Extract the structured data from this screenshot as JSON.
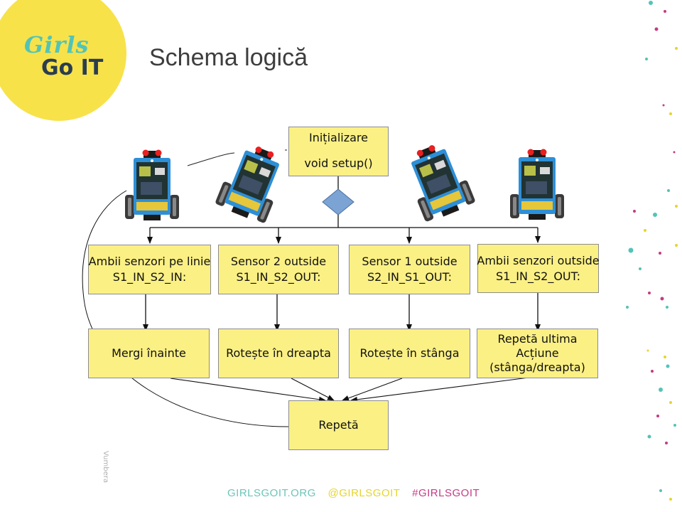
{
  "logo": {
    "line1": "Girls",
    "line2": "Go IT"
  },
  "title": "Schema logică",
  "flowchart": {
    "init": {
      "line1": "Inițializare",
      "line2": "void setup()"
    },
    "conditions": [
      {
        "line1": "Ambii senzori pe linie",
        "line2": "S1_IN_S2_IN:"
      },
      {
        "line1": "Sensor 2 outside",
        "line2": "S1_IN_S2_OUT:"
      },
      {
        "line1": "Sensor 1 outside",
        "line2": "S2_IN_S1_OUT:"
      },
      {
        "line1": "Ambii senzori outside",
        "line2": "S1_IN_S2_OUT:"
      }
    ],
    "actions": [
      {
        "line1": "Mergi înainte"
      },
      {
        "line1": "Rotește în dreapta"
      },
      {
        "line1": "Rotește în stânga"
      },
      {
        "line1": "Repetă ultima",
        "line2": "Acțiune",
        "line3": "(stânga/dreapta)"
      }
    ],
    "repeat": "Repetă",
    "robot_icon": "robot-car-icon",
    "decision_icon": "diamond-decision-icon"
  },
  "watermark": "Vumbera",
  "footer": {
    "site": "GIRLSGOIT.ORG",
    "handle": "@GIRLSGOIT",
    "hashtag": "#GIRLSGOIT"
  },
  "colors": {
    "logo_yellow": "#f7e24a",
    "teal": "#52c4b7",
    "navy": "#2b3d4f",
    "box_fill": "#fbf084",
    "diamond": "#7ba3d4",
    "footer_teal": "#6cc5b8",
    "footer_yellow": "#e6d42e",
    "footer_magenta": "#c43b86",
    "robot_blue": "#2e8fd6"
  }
}
